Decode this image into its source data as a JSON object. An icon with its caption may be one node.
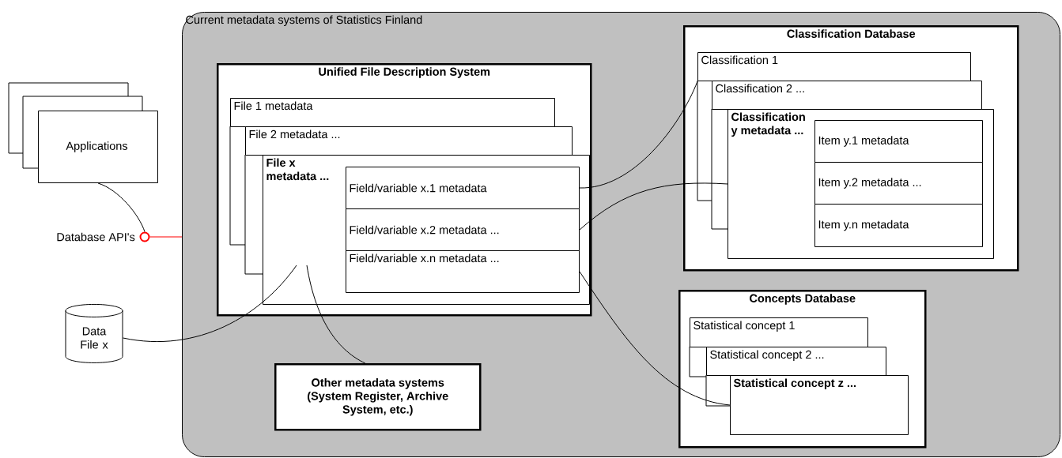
{
  "diagram": {
    "nodes": [
      {
        "text": [
          "Applications"
        ]
      },
      {
        "text": [],
        "shape": "circle",
        "beside": [
          "Database API's"
        ]
      },
      {
        "text": [
          "Current metadata systems of Statistics Finland"
        ]
      },
      {
        "text": [
          "Unified File Description System"
        ],
        "in": 2
      },
      {
        "text": [
          "File 1 metadata"
        ],
        "in": 3
      },
      {
        "text": [
          "File 2 metadata  ..."
        ],
        "in": 3
      },
      {
        "text": [
          "File x metadata ..."
        ],
        "in": 3
      },
      {
        "text": [
          "Field/variable x.1 metadata"
        ],
        "in": 6
      },
      {
        "text": [
          "Field/variable x.2 metadata ..."
        ],
        "in": 6
      },
      {
        "text": [
          "Field/variable x.n metadata ..."
        ],
        "in": 6
      },
      {
        "text": [
          "Classification Database"
        ],
        "in": 2
      },
      {
        "text": [
          "Classification 1"
        ],
        "in": 10
      },
      {
        "text": [
          "Classification 2  ..."
        ],
        "in": 10
      },
      {
        "text": [
          "Classification y metadata ..."
        ],
        "in": 10
      },
      {
        "text": [
          "Item y.1 metadata"
        ],
        "in": 13
      },
      {
        "text": [
          "Item y.2 metadata ..."
        ],
        "in": 13
      },
      {
        "text": [
          "Item y.n metadata"
        ],
        "in": 13
      },
      {
        "text": [
          "Concepts Database"
        ],
        "in": 2
      },
      {
        "text": [
          "Statistical concept 1"
        ],
        "in": 17
      },
      {
        "text": [
          "Statistical concept 2 ..."
        ],
        "in": 17
      },
      {
        "text": [
          "Statistical concept z ..."
        ],
        "in": 17
      },
      {
        "text": [
          "Other metadata systems (System Register, Archive System, etc.)"
        ],
        "in": 2
      },
      {
        "text": [
          "Data File x"
        ]
      }
    ],
    "edges": [
      {
        "from": 0,
        "to": 1,
        "arrow": "none"
      },
      {
        "from": 1,
        "to": 2,
        "arrow": "none",
        "color": "#ff0000"
      },
      {
        "from": 22,
        "to": 6,
        "arrow": "none"
      },
      {
        "from": 6,
        "to": 21,
        "arrow": "none"
      },
      {
        "from": 7,
        "to": 11,
        "arrow": "none"
      },
      {
        "from": 8,
        "to": 13,
        "arrow": "none"
      },
      {
        "from": 9,
        "to": 20,
        "arrow": "none"
      }
    ]
  }
}
